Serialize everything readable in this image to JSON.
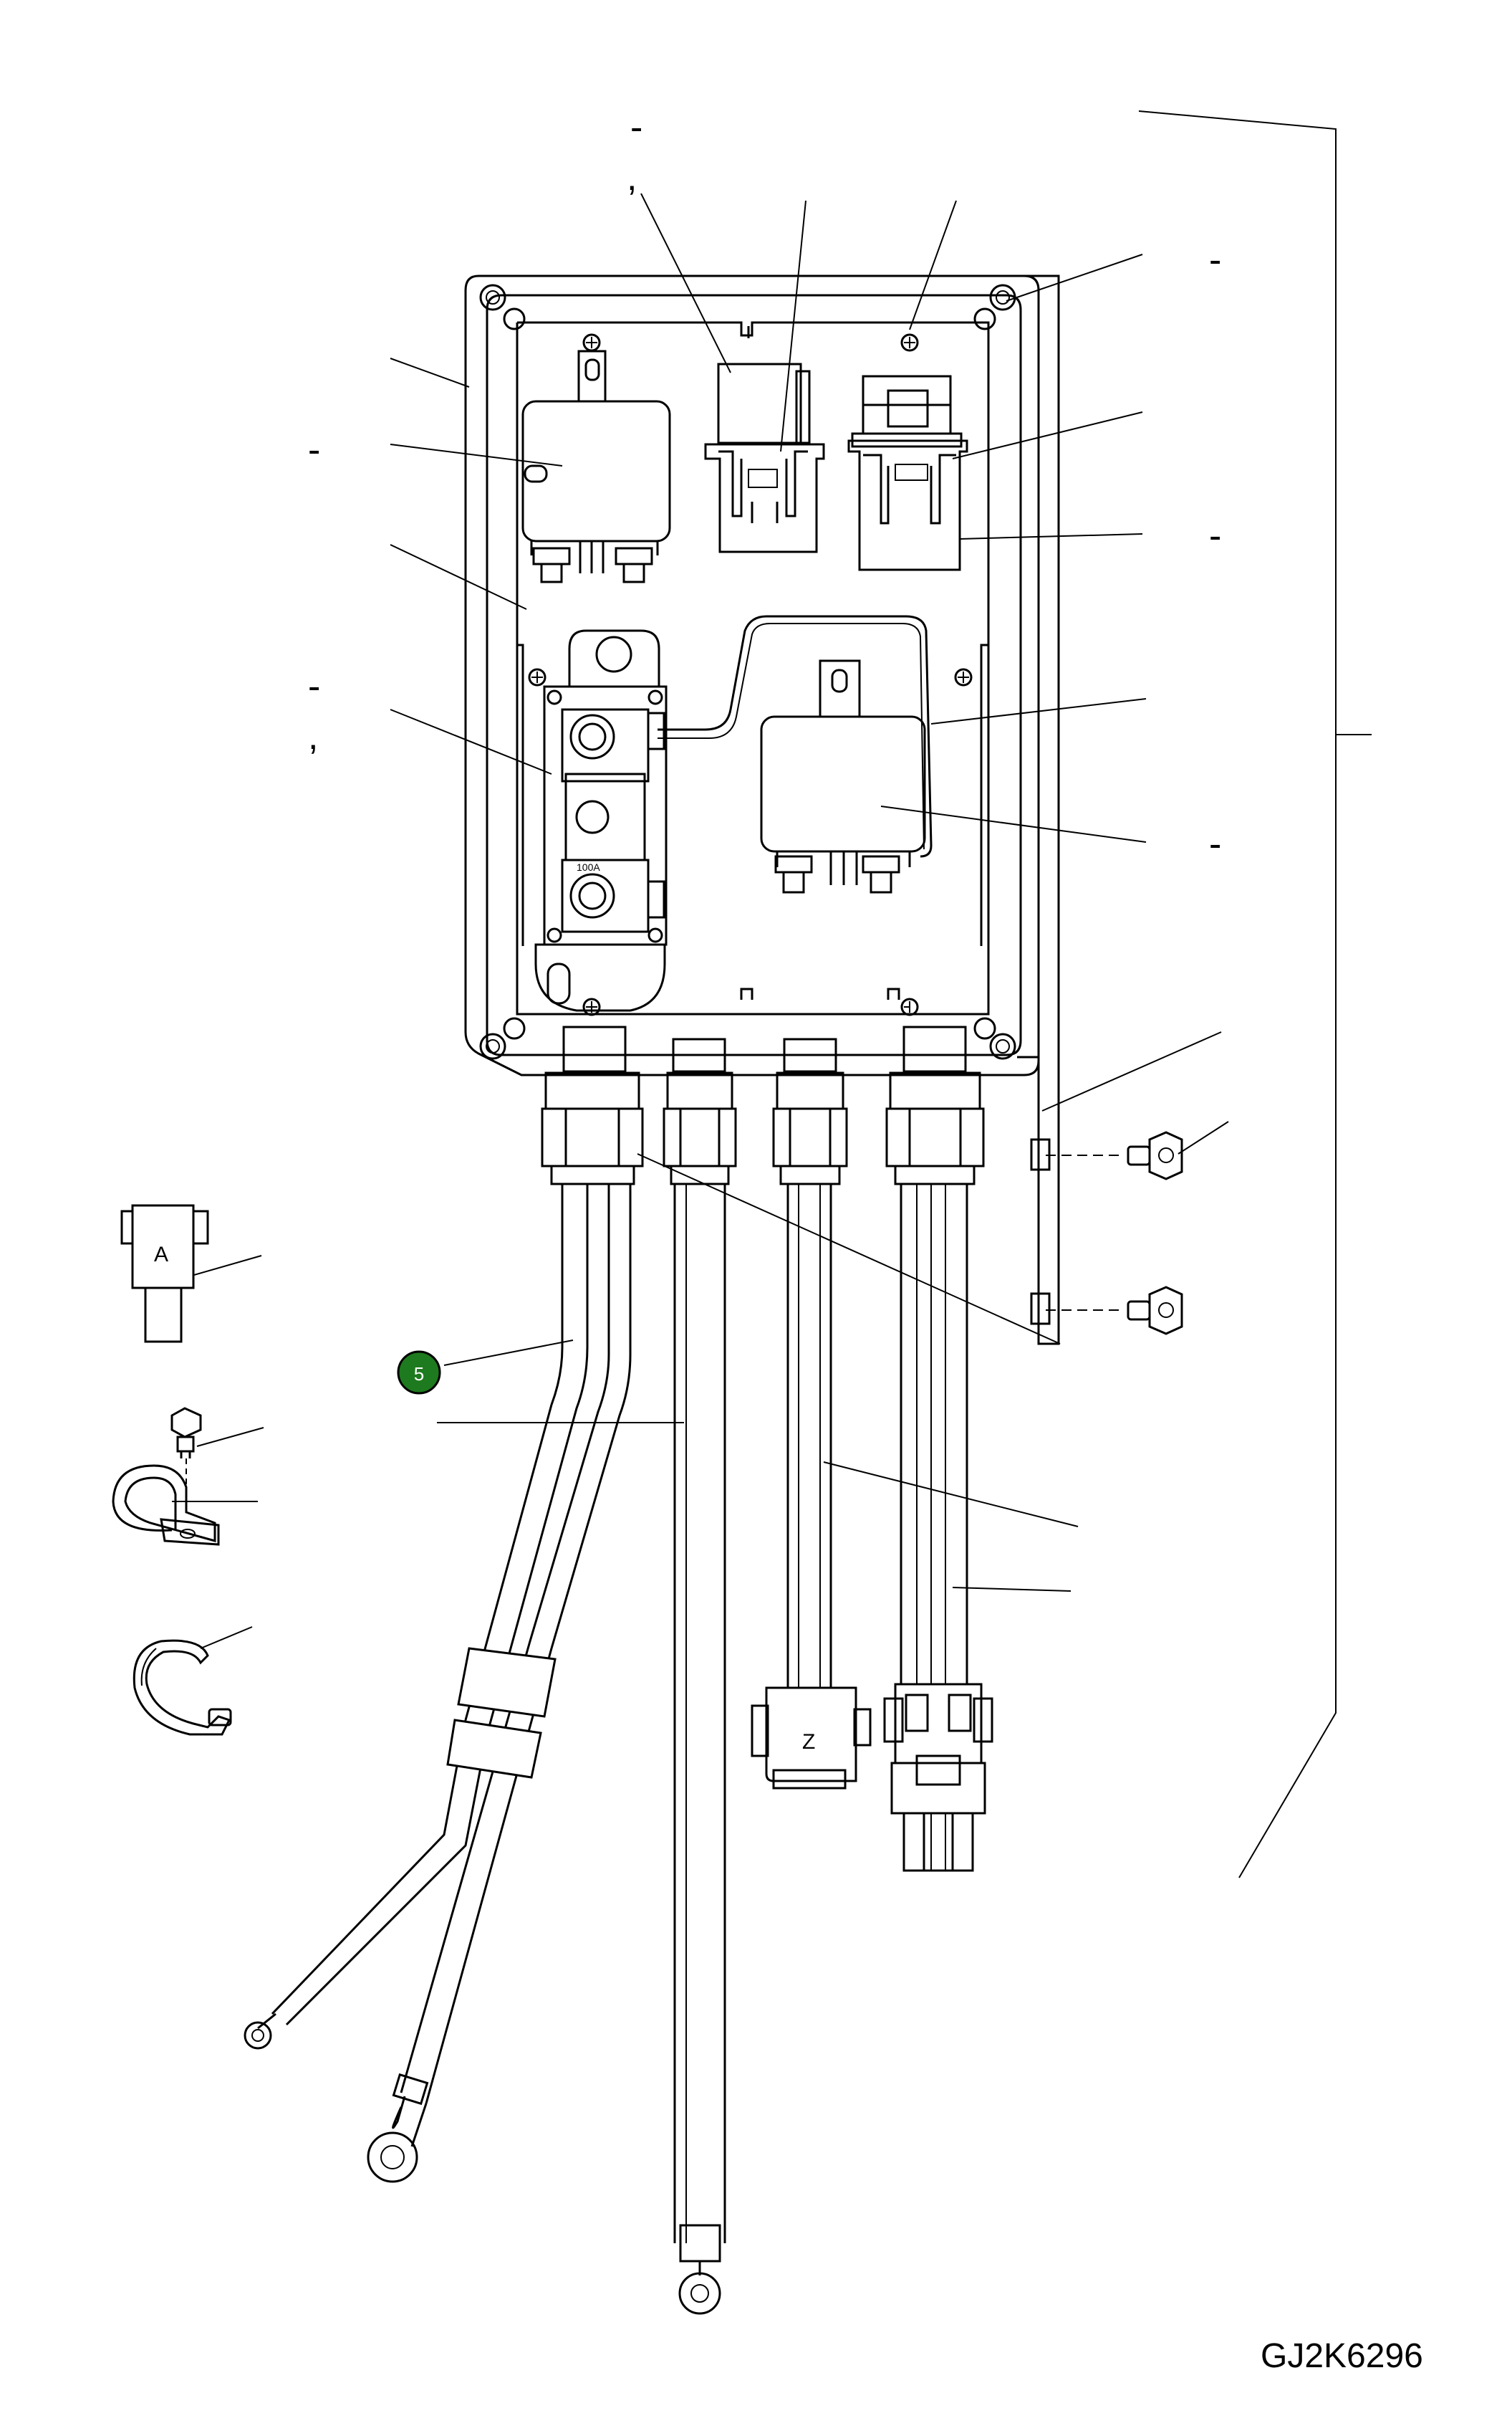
{
  "drawing": {
    "code": "GJ2K6296",
    "callout_number": "5",
    "callout_color": "#1e7a1e",
    "fuse_rating": "100A",
    "connector_a_label": "A",
    "connector_z_label": "Z",
    "dash_mark": "-",
    "comma_mark": ","
  }
}
